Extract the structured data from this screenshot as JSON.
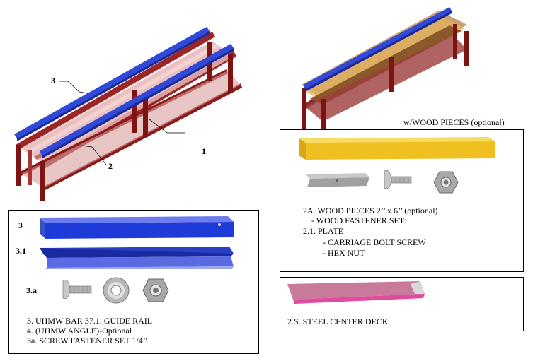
{
  "assembly": {
    "callout_3": "3",
    "callout_2": "2",
    "callout_1": "1"
  },
  "wood_assembly": {
    "caption": "w/WOOD PIECES (optional)"
  },
  "parts_box_left": {
    "label_3": "3",
    "label_3_1": "3.1",
    "label_3a": "3.a",
    "lines": [
      "3.   UHMW BAR 37.1. GUIDE RAIL",
      "4.      (UHMW   ANGLE)-Optional",
      "3a.  SCREW FASTENER SET 1/4’’"
    ]
  },
  "parts_box_right": {
    "lines": [
      "2A. WOOD PIECES  2’’ x 6’’ (optional)",
      "- WOOD FASTENER SET:",
      "2.1.  PLATE",
      "- CARRIAGE BOLT SCREW",
      "- HEX NUT"
    ]
  },
  "deck_box": {
    "label": "2.S. STEEL CENTER DECK"
  },
  "colors": {
    "frame_red": "#8b1a1a",
    "frame_pink": "#d9a0a0",
    "rail_blue": "#2f49d8",
    "wood_yellow": "#f0c020",
    "deck_pink": "#c97a9a"
  }
}
